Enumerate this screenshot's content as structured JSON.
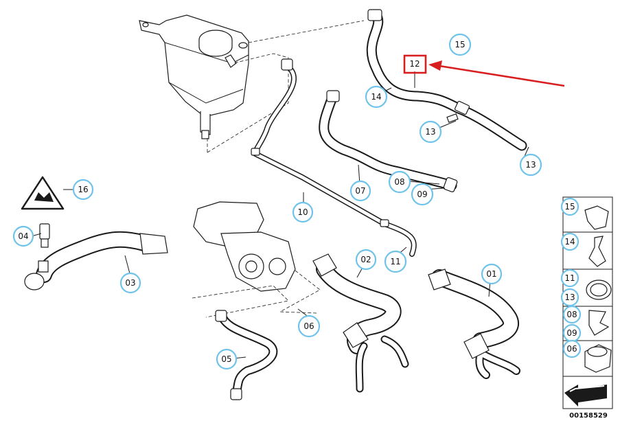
{
  "callouts": [
    {
      "id": "15",
      "label": "15"
    },
    {
      "id": "12",
      "label": "12",
      "highlighted": true
    },
    {
      "id": "14",
      "label": "14"
    },
    {
      "id": "13a",
      "label": "13"
    },
    {
      "id": "13b",
      "label": "13"
    },
    {
      "id": "16",
      "label": "16"
    },
    {
      "id": "07",
      "label": "07"
    },
    {
      "id": "08",
      "label": "08"
    },
    {
      "id": "09",
      "label": "09"
    },
    {
      "id": "10",
      "label": "10"
    },
    {
      "id": "04",
      "label": "04"
    },
    {
      "id": "03",
      "label": "03"
    },
    {
      "id": "11",
      "label": "11"
    },
    {
      "id": "02",
      "label": "02"
    },
    {
      "id": "01",
      "label": "01"
    },
    {
      "id": "06",
      "label": "06"
    },
    {
      "id": "05",
      "label": "05"
    }
  ],
  "legend_panel": [
    {
      "label": "15"
    },
    {
      "label": "14"
    },
    {
      "label": "11"
    },
    {
      "label": "13"
    },
    {
      "label": "08"
    },
    {
      "label": "09"
    },
    {
      "label": "06"
    }
  ],
  "catalog_number": "00158529",
  "colors": {
    "highlight": "#d81e1e",
    "callout_ring": "#6fc3ea",
    "line": "#1a1a1a"
  }
}
